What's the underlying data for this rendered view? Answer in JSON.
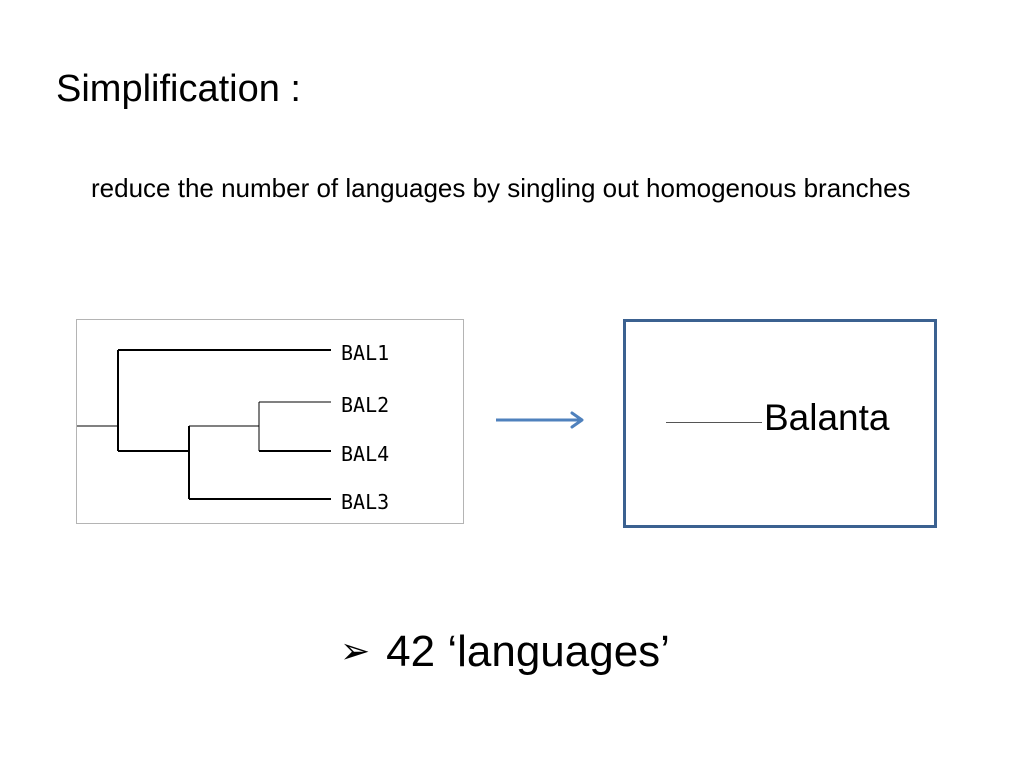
{
  "slide": {
    "title": "Simplification :",
    "body": "reduce the number of languages by singling out homogenous branches",
    "bullet_icon": "arrowhead-bullet-icon",
    "bullet_glyph": "➢",
    "bullet_text": "42 ‘languages’"
  },
  "tree": {
    "leaves": [
      "BAL1",
      "BAL2",
      "BAL4",
      "BAL3"
    ]
  },
  "result": {
    "label": "Balanta"
  },
  "colors": {
    "arrow": "#4f81bd",
    "box_border": "#3b6190",
    "panel_border": "#b4b4b4"
  }
}
